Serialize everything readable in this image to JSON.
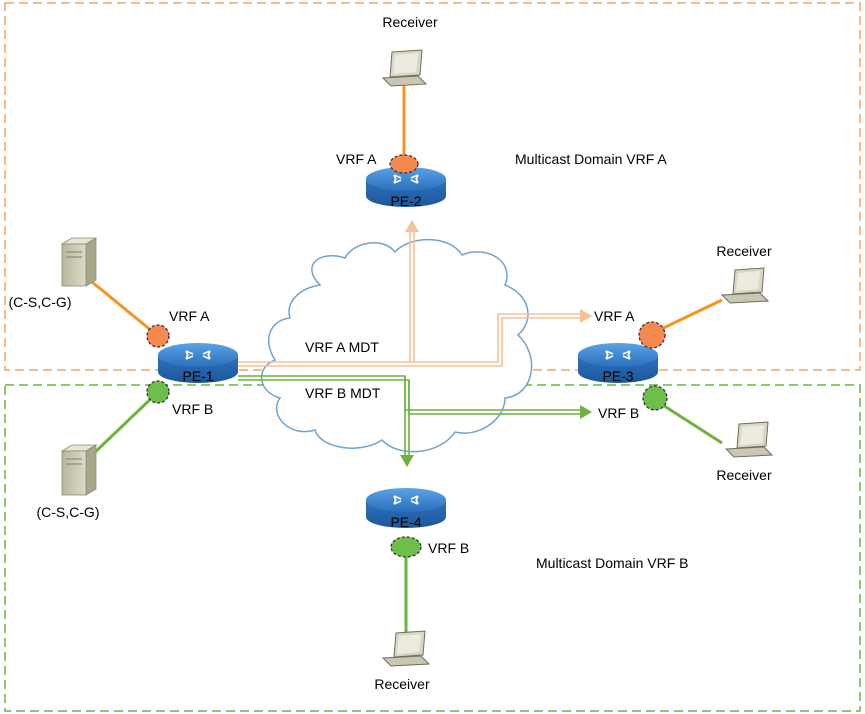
{
  "colors": {
    "vrf_a": "#f7941d",
    "vrf_a_dot": "#f7894f",
    "vrf_a_mdt": "#f9bf95",
    "vrf_b": "#6cb33e",
    "vrf_b_dot": "#6cc04a",
    "router_top": "#2a6ebc",
    "router_side": "#1b5aa3",
    "cloud_fill": "#ffffff",
    "cloud_stroke": "#6fa3cf"
  },
  "domains": {
    "vrf_a": "Multicast Domain VRF A",
    "vrf_b": "Multicast Domain VRF B"
  },
  "mdt": {
    "vrf_a": "VRF A MDT",
    "vrf_b": "VRF B MDT"
  },
  "routers": {
    "pe1": "PE-1",
    "pe2": "PE-2",
    "pe3": "PE-3",
    "pe4": "PE-4"
  },
  "vrf_labels": {
    "pe1_a": "VRF A",
    "pe1_b": "VRF B",
    "pe2_a": "VRF A",
    "pe3_a": "VRF A",
    "pe3_b": "VRF B",
    "pe4_b": "VRF B"
  },
  "receivers": {
    "top": "Receiver",
    "right_a": "Receiver",
    "right_b": "Receiver",
    "bottom": "Receiver"
  },
  "sources": {
    "a": "(C-S,C-G)",
    "b": "(C-S,C-G)"
  },
  "icons": {
    "router": "router-icon",
    "server": "server-icon",
    "laptop": "laptop-icon",
    "cloud": "cloud-icon"
  }
}
